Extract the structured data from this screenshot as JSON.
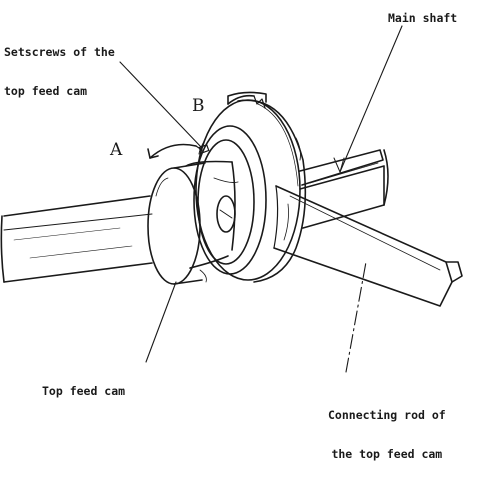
{
  "labels": {
    "setscrews": [
      "Setscrews of the",
      "top feed cam"
    ],
    "main_shaft": "Main shaft",
    "top_feed_cam": "Top feed cam",
    "connecting_rod": [
      "Connecting rod of",
      "the top feed cam"
    ]
  },
  "markers": {
    "a": "A",
    "b": "B"
  }
}
